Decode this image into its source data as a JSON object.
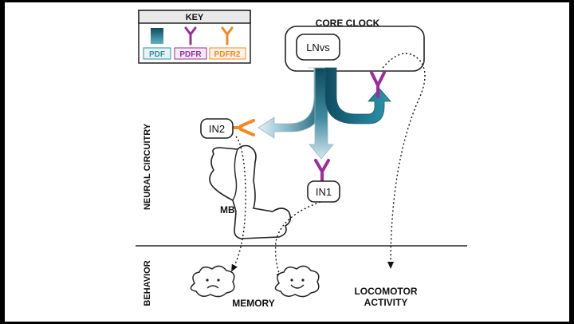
{
  "key": {
    "title": "KEY",
    "items": [
      {
        "label": "PDF",
        "icon": "pdf-gradient-icon",
        "color": "#2e8fa3"
      },
      {
        "label": "PDFR",
        "icon": "pdfr-receptor-icon",
        "color": "#9b2f9a"
      },
      {
        "label": "PDFR2",
        "icon": "pdfr2-receptor-icon",
        "color": "#f08a24"
      }
    ]
  },
  "core_clock": {
    "title": "CORE CLOCK",
    "node": "LNvs"
  },
  "sections": {
    "neural": "NEURAL CIRCUITRY",
    "behavior": "BEHAVIOR"
  },
  "nodes": {
    "in1": "IN1",
    "in2": "IN2",
    "mb": "MB"
  },
  "outputs": {
    "memory": "MEMORY",
    "locomotor_line1": "LOCOMOTOR",
    "locomotor_line2": "ACTIVITY"
  },
  "colors": {
    "pdf_dark": "#0f4a5e",
    "pdf_light": "#d5e8ee",
    "pdfr": "#9b2f9a",
    "pdfr2": "#f08a24",
    "ink": "#111111"
  }
}
